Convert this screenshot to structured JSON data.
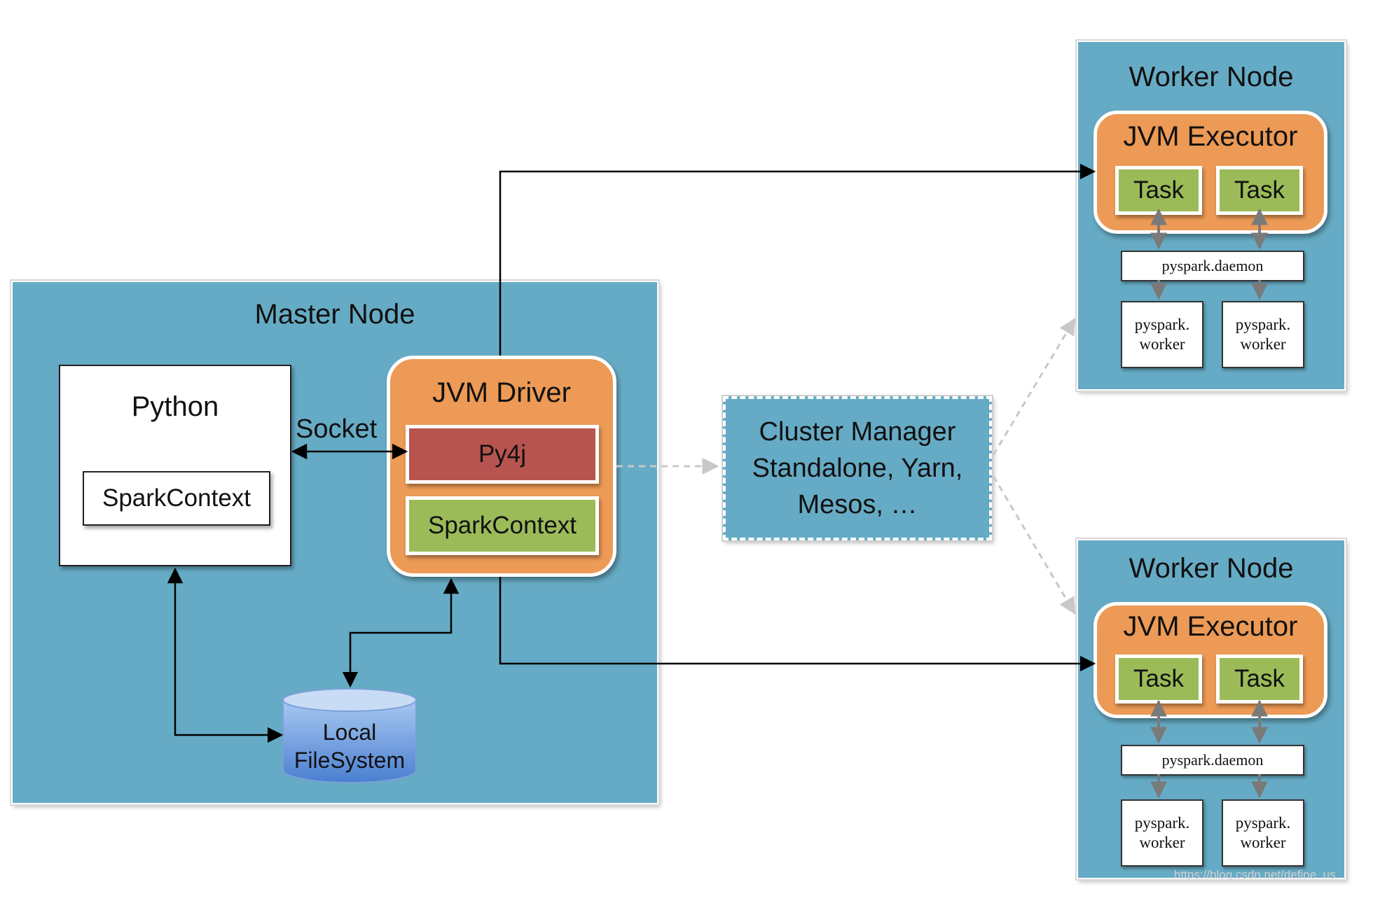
{
  "master": {
    "title": "Master Node",
    "python": {
      "title": "Python",
      "context": "SparkContext"
    },
    "socket_label": "Socket",
    "jvm_driver": {
      "title": "JVM Driver",
      "py4j": "Py4j",
      "context": "SparkContext"
    },
    "filesystem": {
      "line1": "Local",
      "line2": "FileSystem"
    }
  },
  "cluster_manager": {
    "line1": "Cluster Manager",
    "line2": "Standalone, Yarn,",
    "line3": "Mesos, …"
  },
  "workers": [
    {
      "title": "Worker Node",
      "executor": "JVM Executor",
      "tasks": [
        "Task",
        "Task"
      ],
      "daemon": "pyspark.daemon",
      "workers": [
        {
          "line1": "pyspark.",
          "line2": "worker"
        },
        {
          "line1": "pyspark.",
          "line2": "worker"
        }
      ]
    },
    {
      "title": "Worker Node",
      "executor": "JVM Executor",
      "tasks": [
        "Task",
        "Task"
      ],
      "daemon": "pyspark.daemon",
      "workers": [
        {
          "line1": "pyspark.",
          "line2": "worker"
        },
        {
          "line1": "pyspark.",
          "line2": "worker"
        }
      ]
    }
  ],
  "watermark": "https://blog.csdn.net/define_us",
  "colors": {
    "node_blue": "#66abc5",
    "jvm_orange": "#ec9a55",
    "task_green": "#9bbb59",
    "py4j_red": "#b85450",
    "filesystem_blue": "#5b8fd9"
  }
}
